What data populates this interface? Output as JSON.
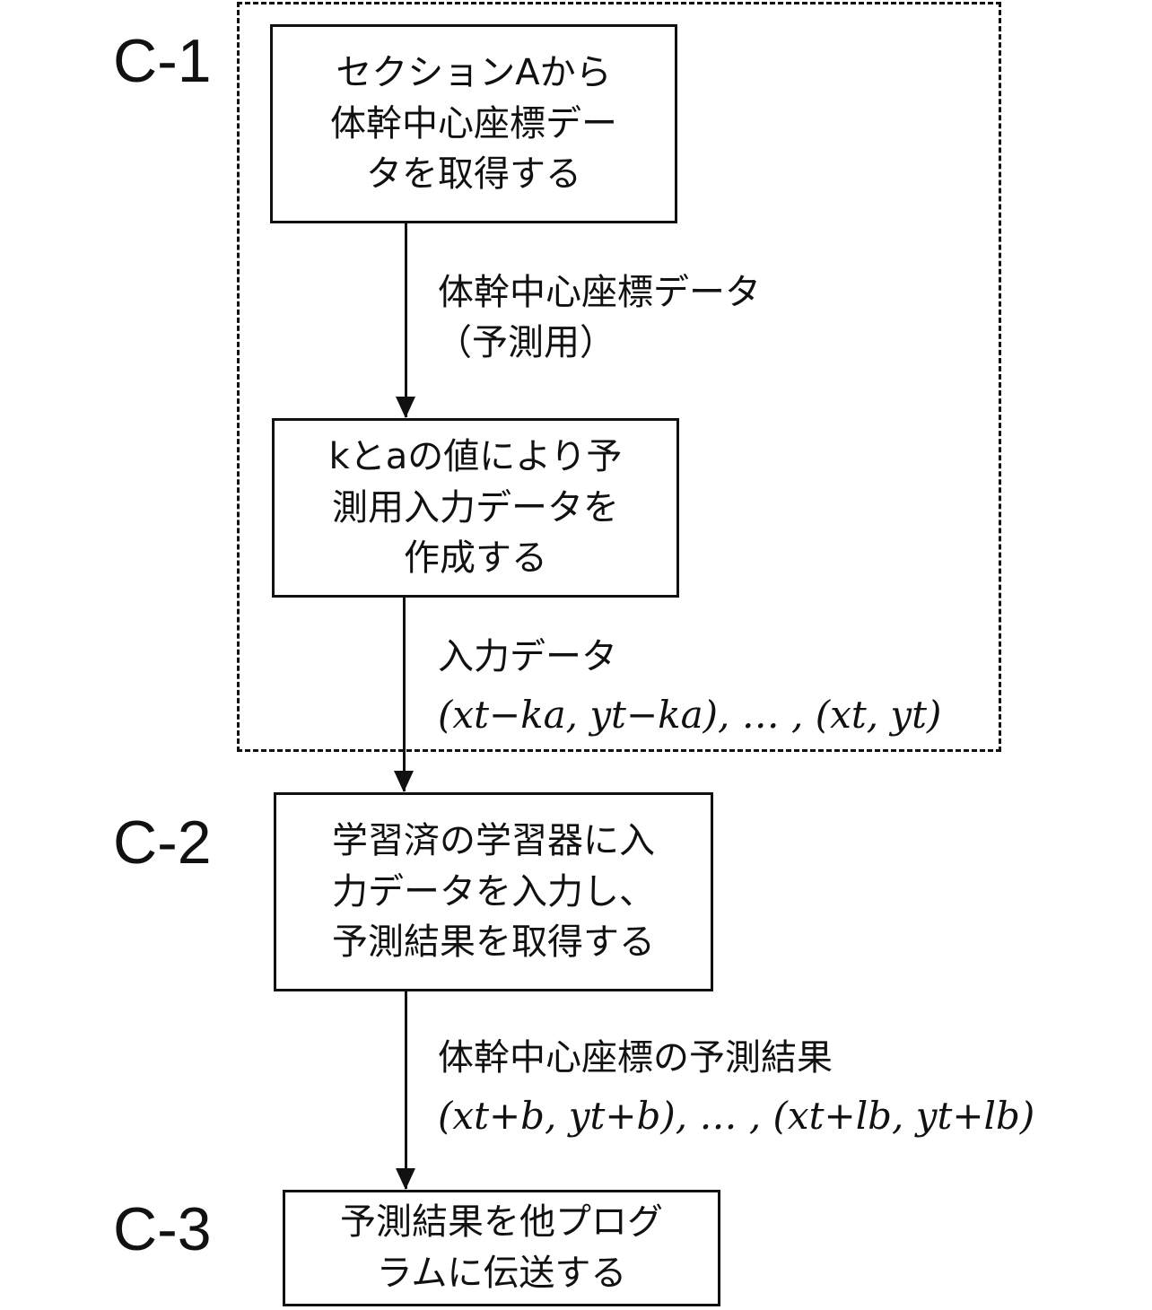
{
  "steps": {
    "c1": {
      "label": "C-1",
      "box1_lines": [
        "セクションAから",
        "体幹中心座標デー",
        "タを取得する"
      ],
      "box2_lines": [
        "kとaの値により予",
        "測用入力データを",
        "作成する"
      ]
    },
    "c2": {
      "label": "C-2",
      "box_lines": [
        "学習済の学習器に入",
        "力データを入力し、",
        "予測結果を取得する"
      ]
    },
    "c3": {
      "label": "C-3",
      "box_lines": [
        "予測結果を他プログ",
        "ラムに伝送する"
      ]
    }
  },
  "edges": {
    "e1": {
      "line1": "体幹中心座標データ",
      "line2": "（予測用）"
    },
    "e2": {
      "line1": "入力データ",
      "line2": "(xt−ka, yt−ka), … , (xt, yt)"
    },
    "e3": {
      "line1": "体幹中心座標の予測結果",
      "line2": "(xt+b, yt+b), … , (xt+lb, yt+lb)"
    }
  }
}
